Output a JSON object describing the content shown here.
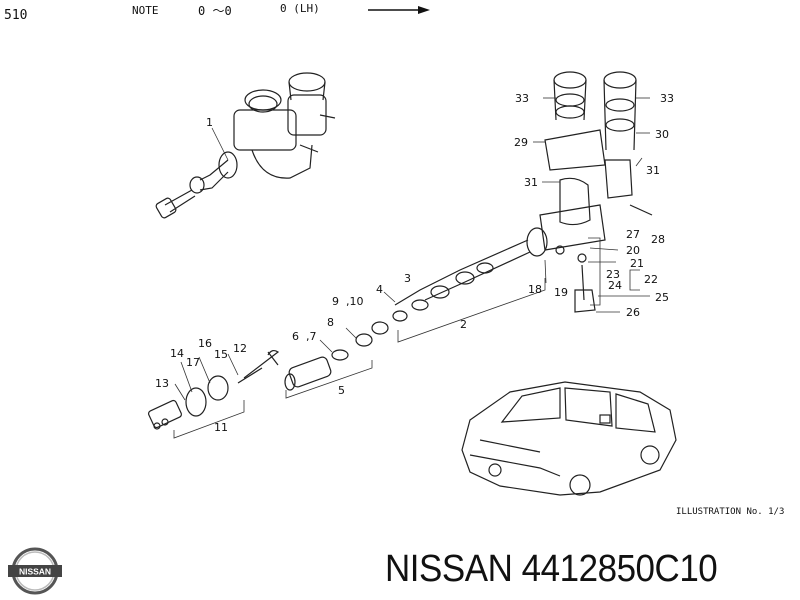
{
  "header": {
    "model": "510",
    "note_label": "NOTE",
    "note_range": "0 ～0",
    "note_side": "0 (LH)"
  },
  "callouts": [
    "1",
    "2",
    "3",
    "4",
    "5",
    "6",
    ",7",
    "8",
    "9",
    ",10",
    "11",
    "12",
    "13",
    "14",
    "15",
    "16",
    "17",
    "18",
    "19",
    "20",
    "21",
    "22",
    "23",
    "24",
    "25",
    "26",
    "27",
    "28",
    "29",
    "30",
    "31",
    "31",
    "33",
    "33"
  ],
  "illustration_label": "ILLUSTRATION No. 1/3",
  "brand": {
    "logo_text": "NISSAN",
    "caption": "NISSAN 4412850C10"
  }
}
